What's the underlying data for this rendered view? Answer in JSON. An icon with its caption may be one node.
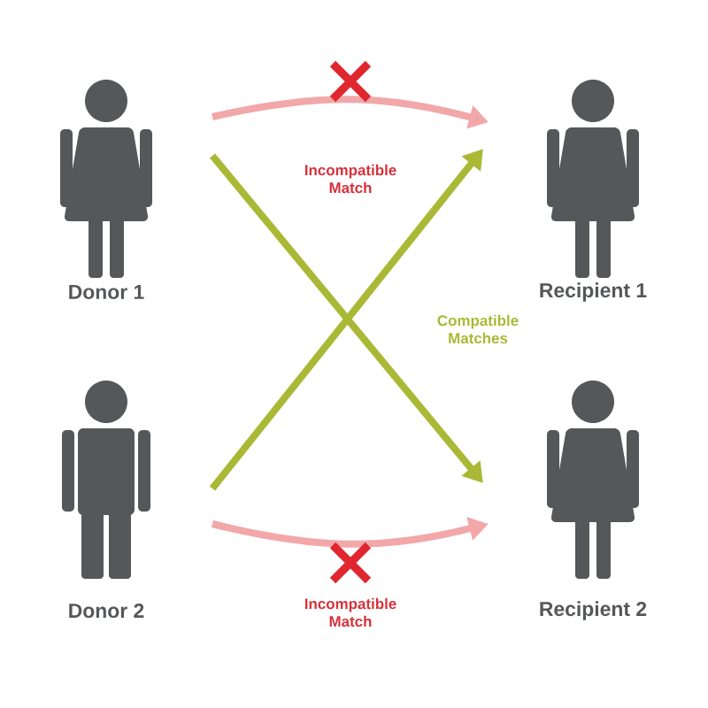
{
  "diagram": {
    "nodes": [
      {
        "text": [
          "Donor 1"
        ]
      },
      {
        "text": [
          "Recipient 1"
        ]
      },
      {
        "text": [
          "Donor 2"
        ]
      },
      {
        "text": [
          "Recipient 2"
        ]
      }
    ],
    "edges": [
      {
        "from": 0,
        "to": 1,
        "arrow": "to",
        "label": "Incompatible Match",
        "color": "#f2a7a9"
      },
      {
        "from": 0,
        "to": 3,
        "arrow": "to",
        "color": "#a9b936"
      },
      {
        "from": 2,
        "to": 1,
        "arrow": "to",
        "color": "#a9b936"
      },
      {
        "from": 2,
        "to": 3,
        "arrow": "to",
        "label": "Incompatible Match",
        "color": "#f2a7a9"
      }
    ],
    "labels": [
      "Compatible Matches"
    ]
  }
}
